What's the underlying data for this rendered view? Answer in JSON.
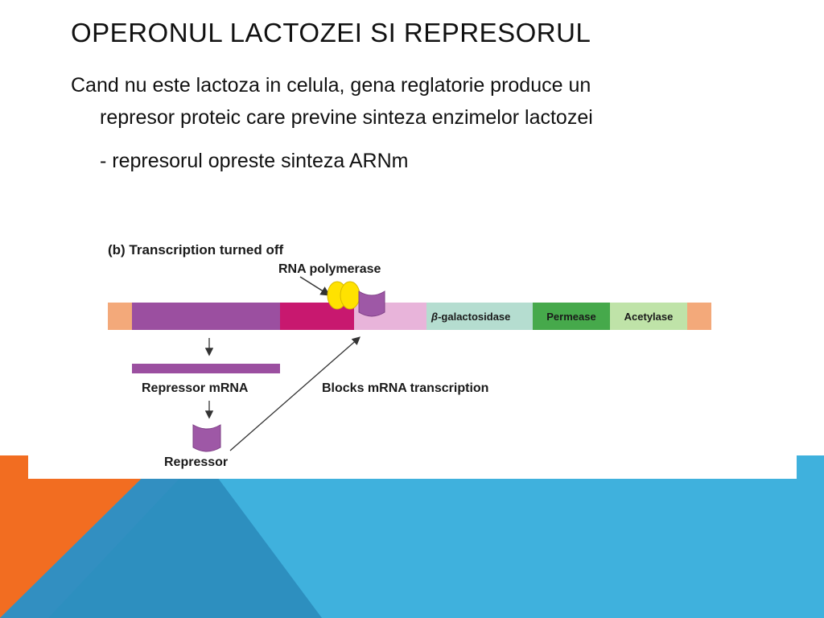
{
  "slide": {
    "title": "OPERONUL LACTOZEI SI REPRESORUL",
    "paragraph1_line1": "Cand nu este lactoza in celula, gena reglatorie  produce un",
    "paragraph1_line2": "represor proteic  care previne sinteza enzimelor lactozei",
    "paragraph2": "- represorul opreste  sinteza  ARNm"
  },
  "diagram": {
    "caption": "(b) Transcription turned off",
    "rna_polymerase_label": "RNA polymerase",
    "gene_galactosidase_symbol": "β",
    "gene_galactosidase_rest": "-galactosidase",
    "gene_permease": "Permease",
    "gene_acetylase": "Acetylase",
    "repressor_mrna_label": "Repressor mRNA",
    "blocks_label": "Blocks mRNA transcription",
    "repressor_label": "Repressor"
  },
  "colors": {
    "accent_orange": "#f26d21",
    "accent_blue": "#3fb1dd",
    "accent_blue_dark": "#2d8fbf",
    "regulator_gene": "#9b4fa0",
    "promoter": "#c8186f",
    "operator": "#e8b4da",
    "galactosidase": "#b5ddd0",
    "permease": "#46a94b",
    "acetylase": "#bfe3a8",
    "dna_end": "#f3a97a",
    "rna_polymerase": "#ffe200",
    "repressor": "#9e58a6"
  }
}
